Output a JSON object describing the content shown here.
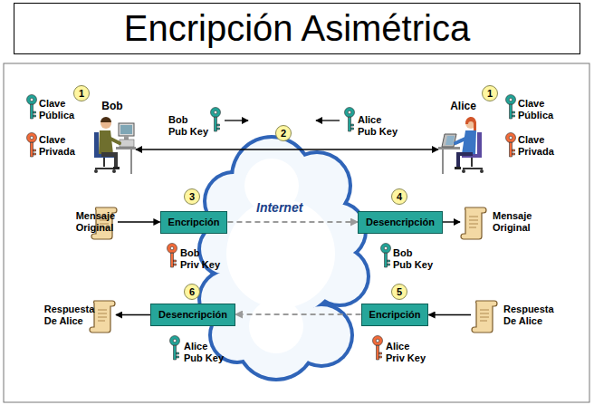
{
  "diagram": {
    "title": "Encripción Asimétrica",
    "nodes": [
      {
        "text": [
          "Bob"
        ]
      },
      {
        "text": [
          "Alice"
        ]
      },
      {
        "text": [
          "Mensaje Original"
        ]
      },
      {
        "text": [
          "Encripción"
        ]
      },
      {
        "text": [
          "Desencripción"
        ]
      },
      {
        "text": [
          "Mensaje Original"
        ]
      },
      {
        "text": [
          "Respuesta De Alice"
        ]
      },
      {
        "text": [
          "Desencripción"
        ]
      },
      {
        "text": [
          "Encripción"
        ]
      },
      {
        "text": [
          "Respuesta De Alice"
        ]
      }
    ],
    "edges": [
      {
        "from": 0,
        "to": 1,
        "arrow": "both"
      },
      {
        "from": 2,
        "to": 3,
        "arrow": "to"
      },
      {
        "from": 3,
        "to": 4,
        "arrow": "to"
      },
      {
        "from": 4,
        "to": 5,
        "arrow": "to"
      },
      {
        "from": 9,
        "to": 8,
        "arrow": "to"
      },
      {
        "from": 8,
        "to": 7,
        "arrow": "to"
      },
      {
        "from": 7,
        "to": 6,
        "arrow": "to"
      }
    ],
    "labels": [
      "1",
      "1",
      "Clave Pública",
      "Clave Privada",
      "Clave Pública",
      "Clave Privada",
      "Bob Pub Key",
      "Alice Pub Key",
      "2",
      "Internet",
      "3",
      "4",
      "Bob Priv Key",
      "Bob Pub Key",
      "6",
      "5",
      "Alice Pub Key",
      "Alice Priv Key"
    ]
  }
}
